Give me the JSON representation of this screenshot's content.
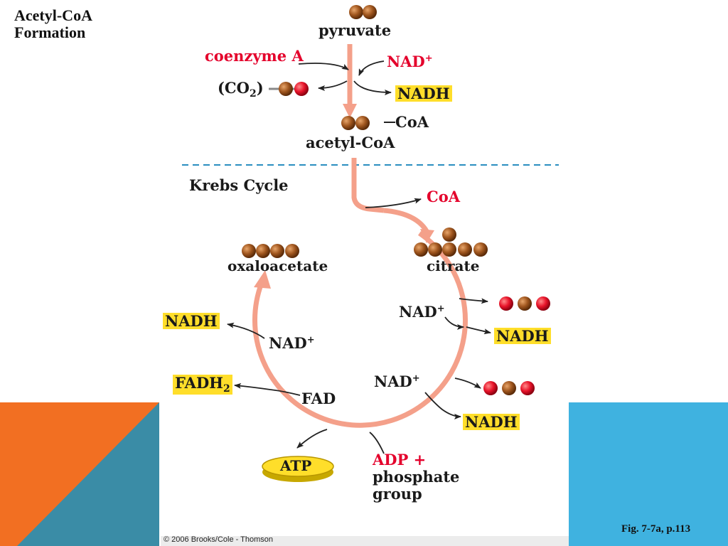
{
  "title": {
    "line1": "Acetyl-CoA",
    "line2": "Formation"
  },
  "section_krebs": "Krebs Cycle",
  "labels": {
    "pyruvate": "pyruvate",
    "coenzyme_a": "coenzyme A",
    "nad_plus_top": "NAD",
    "co2": "(CO",
    "co2_sub": "2",
    "co2_close": ")",
    "nadh_top": "NADH",
    "coa_attached": "CoA",
    "acetyl_coa": "acetyl-CoA",
    "coa_released": "CoA",
    "oxaloacetate": "oxaloacetate",
    "citrate": "citrate",
    "nad_plus_r1": "NAD",
    "nadh_r1": "NADH",
    "nad_plus_r2": "NAD",
    "nadh_r2": "NADH",
    "nadh_left": "NADH",
    "nad_plus_left": "NAD",
    "fadh": "FADH",
    "fadh_sub": "2",
    "fad": "FAD",
    "atp": "ATP",
    "adp": "ADP +",
    "phosphate_1": "phosphate",
    "phosphate_2": "group",
    "plus": "+"
  },
  "footer": {
    "copyright": "© 2006 Brooks/Cole - Thomson",
    "figure": "Fig. 7-7a, p.113"
  },
  "colors": {
    "cycle_arrow": "#f4a08a",
    "carbon": "#a0561e",
    "oxygen": "#e8142a",
    "highlight": "#ffde2a",
    "red_text": "#e4002b"
  }
}
